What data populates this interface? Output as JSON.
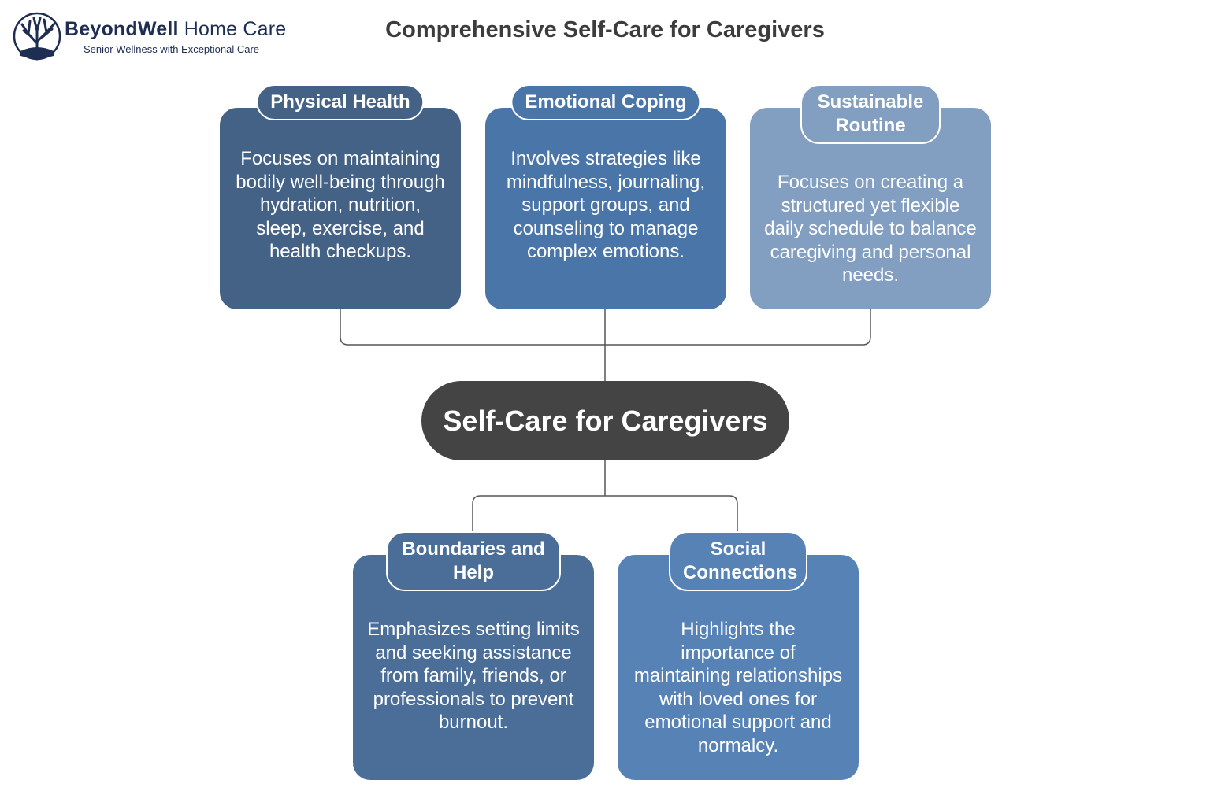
{
  "brand": {
    "name_bold": "BeyondWell",
    "name_light": "Home Care",
    "tagline": "Senior Wellness with Exceptional Care"
  },
  "title": "Comprehensive Self-Care for Caregivers",
  "center": "Self-Care for Caregivers",
  "cards": {
    "physical": {
      "title": "Physical Health",
      "body": "Focuses on maintaining bodily well-being through hydration, nutrition, sleep, exercise, and health checkups."
    },
    "emotional": {
      "title": "Emotional Coping",
      "body": "Involves strategies like mindfulness, journaling, support groups, and counseling to manage complex emotions."
    },
    "routine": {
      "title": "Sustainable Routine",
      "body": "Focuses on creating a structured yet flexible daily schedule to balance caregiving and personal needs."
    },
    "boundaries": {
      "title": "Boundaries and Help",
      "body": "Emphasizes setting limits and seeking assistance from family, friends, or professionals to prevent burnout."
    },
    "social": {
      "title": "Social Connections",
      "body": "Highlights the importance of maintaining relationships with loved ones for emotional support and normalcy."
    }
  },
  "colors": {
    "physical": "#446186",
    "emotional": "#4a75a8",
    "routine": "#829fc1",
    "boundaries": "#4b6e98",
    "social": "#5782b5",
    "center": "#444444",
    "brand": "#1e2d52"
  },
  "icons": {
    "logo": "tree-logo-icon"
  }
}
